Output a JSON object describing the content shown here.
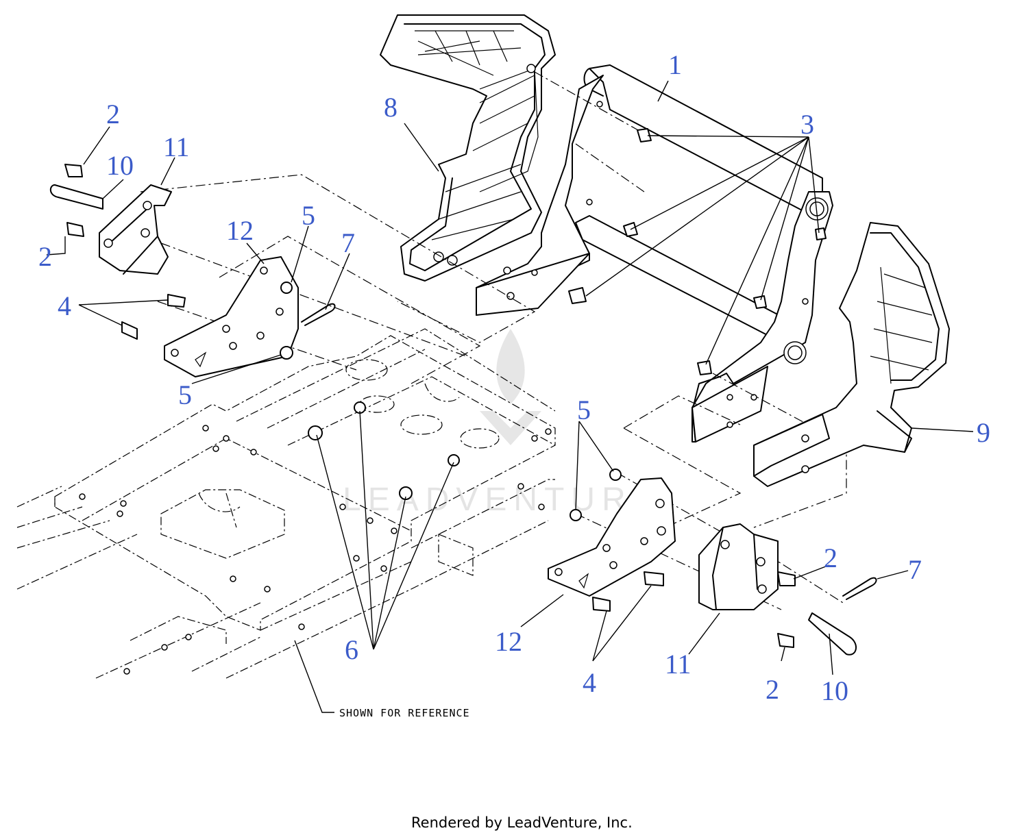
{
  "diagram": {
    "callouts": {
      "c1": "1",
      "c2a": "2",
      "c2b": "2",
      "c2c": "2",
      "c2d": "2",
      "c3": "3",
      "c4a": "4",
      "c4b": "4",
      "c5a": "5",
      "c5b": "5",
      "c5c": "5",
      "c6": "6",
      "c7a": "7",
      "c7b": "7",
      "c8": "8",
      "c9": "9",
      "c10a": "10",
      "c10b": "10",
      "c11a": "11",
      "c11b": "11",
      "c12a": "12",
      "c12b": "12"
    },
    "reference_note": "SHOWN FOR REFERENCE",
    "watermark": "LEADVENTURE",
    "footer": "Rendered by LeadVenture, Inc.",
    "colors": {
      "callout": "#3b5bc9",
      "line": "#000000",
      "watermark": "#d9d9d9"
    }
  }
}
